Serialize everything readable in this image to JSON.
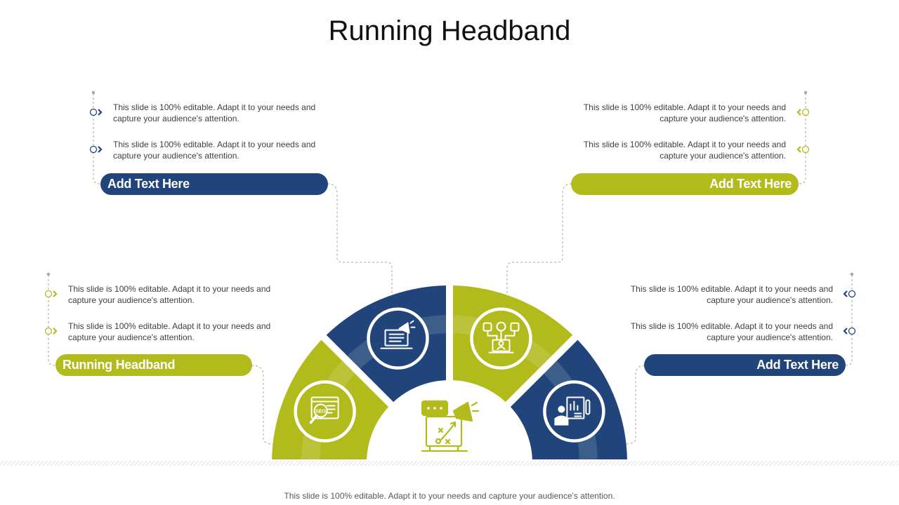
{
  "title": "Running Headband",
  "footer": "This slide is 100% editable. Adapt it to your needs and capture your audience's attention.",
  "colors": {
    "navy": "#21457a",
    "lime": "#b2bb1c"
  },
  "groups": [
    {
      "label": "Add Text Here",
      "color": "navy",
      "bullets": [
        "This slide is 100% editable. Adapt it to your needs and capture your audience's attention.",
        "This slide is 100% editable. Adapt it to your needs and capture your audience's attention."
      ]
    },
    {
      "label": "Add Text Here",
      "color": "lime",
      "bullets": [
        "This slide is 100% editable. Adapt it to your needs and capture your audience's attention.",
        "This slide is 100% editable. Adapt it to your needs and capture your audience's attention."
      ]
    },
    {
      "label": "Running Headband",
      "color": "lime",
      "bullets": [
        "This slide is 100% editable. Adapt it to your needs and capture your audience's attention.",
        "This slide is 100% editable. Adapt it to your needs and capture your audience's attention."
      ]
    },
    {
      "label": "Add Text Here",
      "color": "navy",
      "bullets": [
        "This slide is 100% editable. Adapt it to your needs and capture your audience's attention.",
        "This slide is 100% editable. Adapt it to your needs and capture your audience's attention."
      ]
    }
  ],
  "segments": [
    {
      "color": "lime",
      "icon": "seo-search-icon"
    },
    {
      "color": "navy",
      "icon": "laptop-megaphone-icon"
    },
    {
      "color": "lime",
      "icon": "social-network-icon"
    },
    {
      "color": "navy",
      "icon": "presentation-chart-icon"
    }
  ],
  "center_icon": "marketing-strategy-icon"
}
